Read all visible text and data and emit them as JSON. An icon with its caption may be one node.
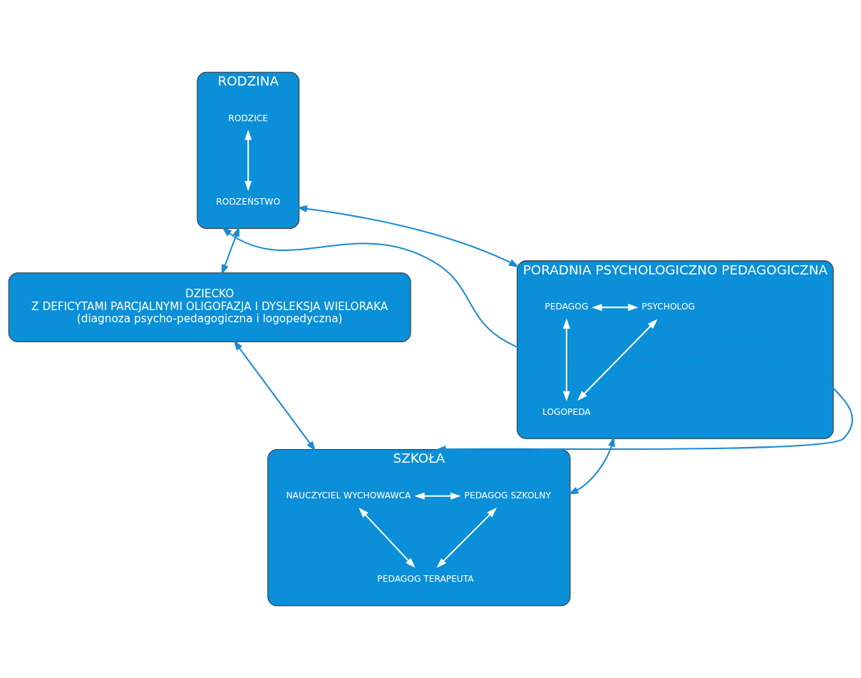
{
  "diagram": {
    "nodes": [
      {
        "text": [
          "RODZINA"
        ]
      },
      {
        "text": [
          "RODZICE"
        ],
        "in": 0
      },
      {
        "text": [
          "RODZEŃSTWO"
        ],
        "in": 0
      },
      {
        "text": [
          "DZIECKO",
          "Z DEFICYTAMI PARCJALNYMI OLIGOFAZJA I DYSLEKSJA WIELORAKA",
          "(diagnoza psycho-pedagogiczna i logopedyczna)"
        ]
      },
      {
        "text": [
          "PORADNIA PSYCHOLOGICZNO PEDAGOGICZNA"
        ]
      },
      {
        "text": [
          "PEDAGOG"
        ],
        "in": 4
      },
      {
        "text": [
          "PSYCHOLOG"
        ],
        "in": 4
      },
      {
        "text": [
          "LOGOPEDA"
        ],
        "in": 4
      },
      {
        "text": [
          "SZKOŁA"
        ]
      },
      {
        "text": [
          "NAUCZYCIEL WYCHOWAWCA"
        ],
        "in": 8
      },
      {
        "text": [
          "PEDAGOG SZKOLNY"
        ],
        "in": 8
      },
      {
        "text": [
          "PEDAGOG TERAPEUTA"
        ],
        "in": 8
      }
    ],
    "edges": [
      {
        "from": 1,
        "to": 2,
        "arrow": "both"
      },
      {
        "from": 0,
        "to": 4,
        "arrow": "both",
        "color": "#1a8ad4"
      },
      {
        "from": 0,
        "to": 3,
        "arrow": "both",
        "color": "#1a8ad4"
      },
      {
        "from": 0,
        "to": 8,
        "arrow": "both",
        "color": "#1a8ad4"
      },
      {
        "from": 3,
        "to": 8,
        "arrow": "both",
        "color": "#1a8ad4"
      },
      {
        "from": 8,
        "to": 4,
        "arrow": "both",
        "color": "#1a8ad4"
      },
      {
        "from": 5,
        "to": 6,
        "arrow": "both"
      },
      {
        "from": 5,
        "to": 7,
        "arrow": "both"
      },
      {
        "from": 6,
        "to": 7,
        "arrow": "both"
      },
      {
        "from": 9,
        "to": 10,
        "arrow": "both"
      },
      {
        "from": 9,
        "to": 11,
        "arrow": "both"
      },
      {
        "from": 10,
        "to": 11,
        "arrow": "both"
      }
    ]
  }
}
